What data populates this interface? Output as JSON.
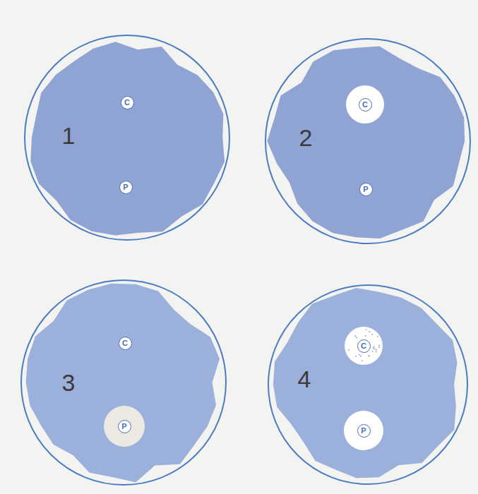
{
  "diagram": {
    "nodes": [
      {
        "text": [
          "1"
        ]
      },
      {
        "text": [
          "C"
        ],
        "in": 0
      },
      {
        "text": [
          "P"
        ],
        "in": 0
      },
      {
        "text": [
          "2"
        ]
      },
      {
        "text": [
          "C"
        ],
        "in": 3
      },
      {
        "text": [
          "P"
        ],
        "in": 3
      },
      {
        "text": [
          "3"
        ]
      },
      {
        "text": [
          "C"
        ],
        "in": 6
      },
      {
        "text": [
          "P"
        ],
        "in": 6
      },
      {
        "text": [
          "4"
        ]
      },
      {
        "text": [
          "C"
        ],
        "in": 9
      },
      {
        "text": [
          "P"
        ],
        "in": 9
      }
    ]
  }
}
